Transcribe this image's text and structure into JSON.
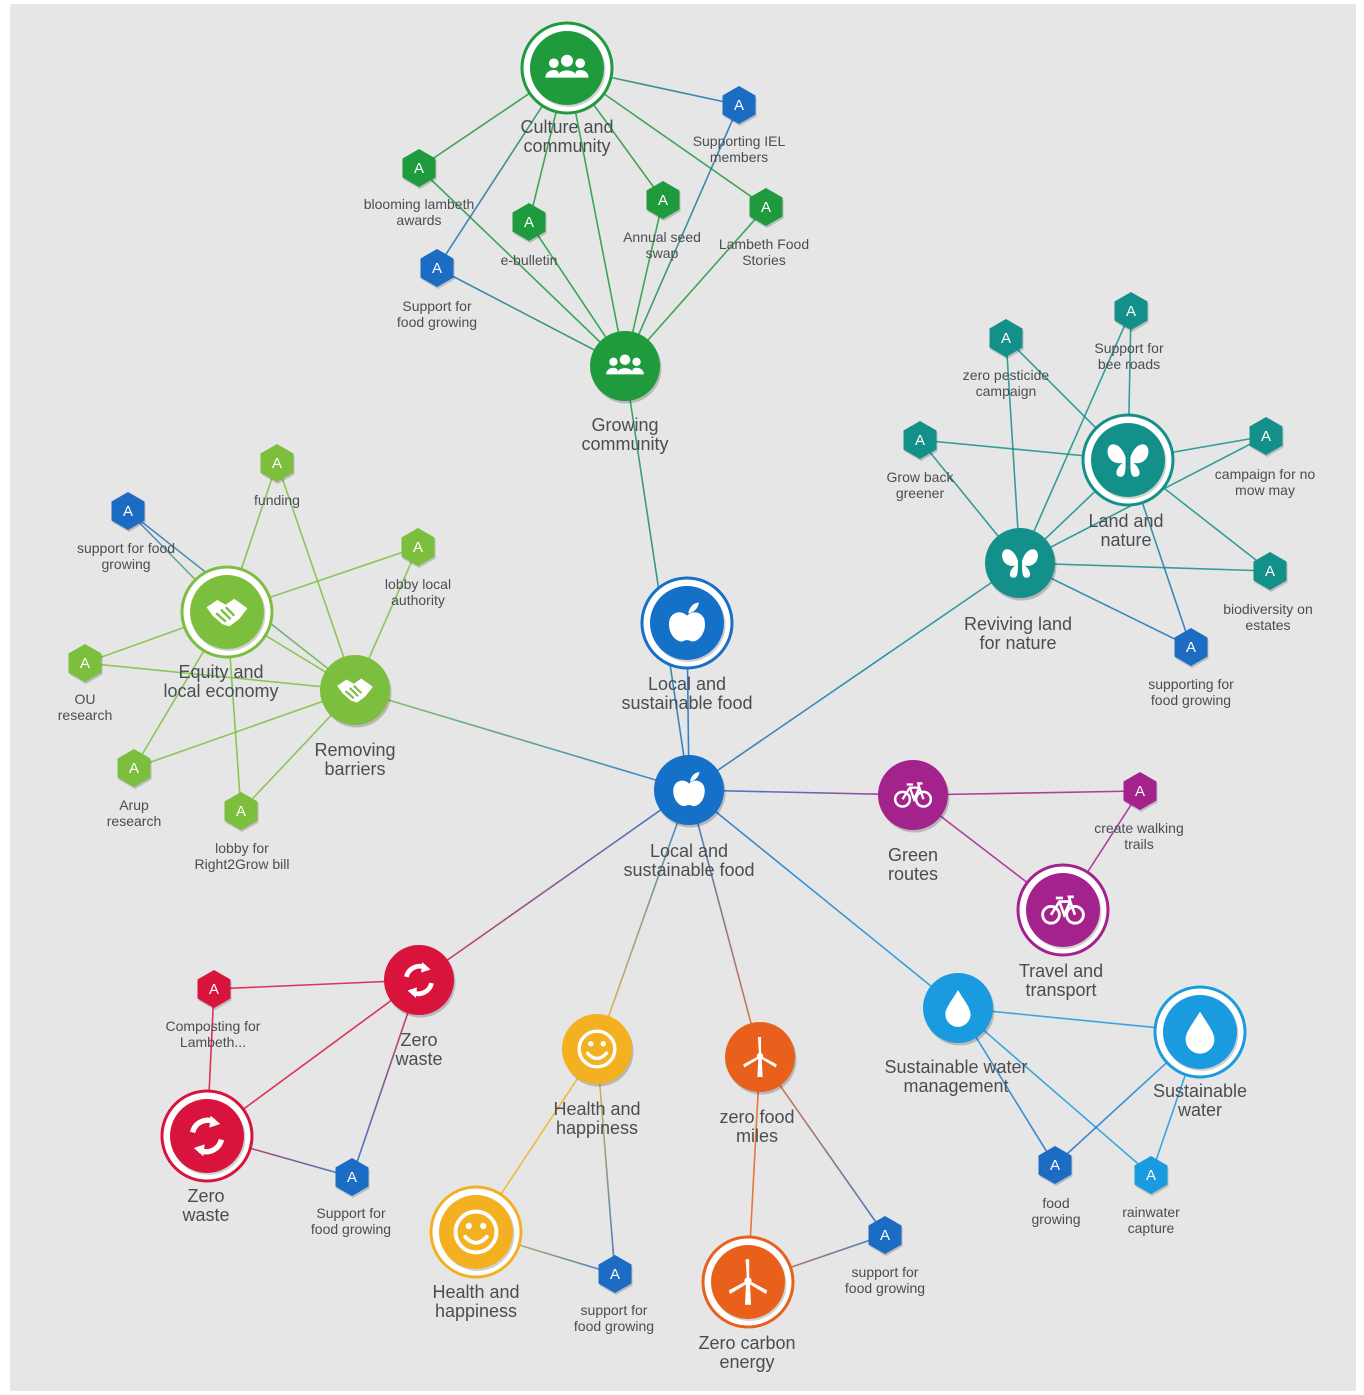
{
  "colors": {
    "background": "#e6e6e6",
    "blue": "#1570c8",
    "green_dark": "#1f9a3c",
    "green_light": "#7cbf3e",
    "teal": "#14908a",
    "magenta": "#a4228c",
    "red": "#d8143c",
    "yellow": "#f3b121",
    "orange": "#e8601c",
    "sky": "#1a9be0",
    "blue_hex": "#1c6cc4"
  },
  "themes": [
    {
      "id": "local_hub",
      "label": [
        "Local and",
        "sustainable food"
      ],
      "icon": "apple-icon",
      "color": "blue",
      "ring": false
    },
    {
      "id": "local_top",
      "label": [
        "Local and",
        "sustainable food"
      ],
      "icon": "apple-icon",
      "color": "blue",
      "ring": true
    },
    {
      "id": "growing",
      "label": [
        "Growing",
        "community"
      ],
      "icon": "people-icon",
      "color": "green_dark",
      "ring": false
    },
    {
      "id": "culture",
      "label": [
        "Culture and",
        "community"
      ],
      "icon": "people-icon",
      "color": "green_dark",
      "ring": true
    },
    {
      "id": "removing",
      "label": [
        "Removing",
        "barriers"
      ],
      "icon": "handshake-icon",
      "color": "green_light",
      "ring": false
    },
    {
      "id": "equity",
      "label": [
        "Equity and",
        "local economy"
      ],
      "icon": "handshake-icon",
      "color": "green_light",
      "ring": true
    },
    {
      "id": "reviving",
      "label": [
        "Reviving land",
        "for nature"
      ],
      "icon": "butterfly-icon",
      "color": "teal",
      "ring": false
    },
    {
      "id": "land",
      "label": [
        "Land and",
        "nature"
      ],
      "icon": "butterfly-icon",
      "color": "teal",
      "ring": true
    },
    {
      "id": "green_routes",
      "label": [
        "Green",
        "routes"
      ],
      "icon": "bicycle-icon",
      "color": "magenta",
      "ring": false
    },
    {
      "id": "travel",
      "label": [
        "Travel and",
        "transport"
      ],
      "icon": "bicycle-icon",
      "color": "magenta",
      "ring": true
    },
    {
      "id": "zero_waste_a",
      "label": [
        "Zero",
        "waste"
      ],
      "icon": "recycle-icon",
      "color": "red",
      "ring": false
    },
    {
      "id": "zero_waste_b",
      "label": [
        "Zero",
        "waste"
      ],
      "icon": "recycle-icon",
      "color": "red",
      "ring": true
    },
    {
      "id": "health_a",
      "label": [
        "Health and",
        "happiness"
      ],
      "icon": "smiley-icon",
      "color": "yellow",
      "ring": false
    },
    {
      "id": "health_b",
      "label": [
        "Health and",
        "happiness"
      ],
      "icon": "smiley-icon",
      "color": "yellow",
      "ring": true
    },
    {
      "id": "zero_food",
      "label": [
        "zero food",
        "miles"
      ],
      "icon": "wind-turbine-icon",
      "color": "orange",
      "ring": false
    },
    {
      "id": "zero_carbon",
      "label": [
        "Zero carbon",
        "energy"
      ],
      "icon": "wind-turbine-icon",
      "color": "orange",
      "ring": true
    },
    {
      "id": "swm",
      "label": [
        "Sustainable water",
        "management"
      ],
      "icon": "water-drop-icon",
      "color": "sky",
      "ring": false
    },
    {
      "id": "sw",
      "label": [
        "Sustainable",
        "water"
      ],
      "icon": "water-drop-icon",
      "color": "sky",
      "ring": true
    }
  ],
  "actions": [
    {
      "id": "a_iel",
      "letter": "A",
      "label": [
        "Supporting IEL",
        "members"
      ],
      "color": "blue_hex"
    },
    {
      "id": "a_bloom",
      "letter": "A",
      "label": [
        "blooming lambeth",
        "awards"
      ],
      "color": "green_dark"
    },
    {
      "id": "a_ebull",
      "letter": "A",
      "label": [
        "e-bulletin"
      ],
      "color": "green_dark"
    },
    {
      "id": "a_seed",
      "letter": "A",
      "label": [
        "Annual seed",
        "swap"
      ],
      "color": "green_dark"
    },
    {
      "id": "a_stories",
      "letter": "A",
      "label": [
        "Lambeth Food",
        "Stories"
      ],
      "color": "green_dark"
    },
    {
      "id": "a_sfg_top",
      "letter": "A",
      "label": [
        "Support for",
        "food growing"
      ],
      "color": "blue_hex"
    },
    {
      "id": "a_funding",
      "letter": "A",
      "label": [
        "funding"
      ],
      "color": "green_light"
    },
    {
      "id": "a_sfg_left",
      "letter": "A",
      "label": [
        "support for food",
        "growing"
      ],
      "color": "blue_hex"
    },
    {
      "id": "a_lobby_la",
      "letter": "A",
      "label": [
        "lobby local",
        "authority"
      ],
      "color": "green_light"
    },
    {
      "id": "a_ou",
      "letter": "A",
      "label": [
        "OU",
        "research"
      ],
      "color": "green_light"
    },
    {
      "id": "a_arup",
      "letter": "A",
      "label": [
        "Arup",
        "research"
      ],
      "color": "green_light"
    },
    {
      "id": "a_r2g",
      "letter": "A",
      "label": [
        "lobby for",
        "Right2Grow bill"
      ],
      "color": "green_light"
    },
    {
      "id": "a_pest",
      "letter": "A",
      "label": [
        "zero pesticide",
        "campaign"
      ],
      "color": "teal"
    },
    {
      "id": "a_bee",
      "letter": "A",
      "label": [
        "Support for",
        "bee roads"
      ],
      "color": "teal"
    },
    {
      "id": "a_growback",
      "letter": "A",
      "label": [
        "Grow back",
        "greener"
      ],
      "color": "teal"
    },
    {
      "id": "a_mow",
      "letter": "A",
      "label": [
        "campaign for no",
        "mow may"
      ],
      "color": "teal"
    },
    {
      "id": "a_bio",
      "letter": "A",
      "label": [
        "biodiversity on",
        "estates"
      ],
      "color": "teal"
    },
    {
      "id": "a_sfg_nat",
      "letter": "A",
      "label": [
        "supporting for",
        "food growing"
      ],
      "color": "blue_hex"
    },
    {
      "id": "a_walk",
      "letter": "A",
      "label": [
        "create walking",
        "trails"
      ],
      "color": "magenta"
    },
    {
      "id": "a_compost",
      "letter": "A",
      "label": [
        "Composting for",
        "Lambeth..."
      ],
      "color": "red"
    },
    {
      "id": "a_sfg_waste",
      "letter": "A",
      "label": [
        "Support for",
        "food growing"
      ],
      "color": "blue_hex"
    },
    {
      "id": "a_sfg_health",
      "letter": "A",
      "label": [
        "support for",
        "food growing"
      ],
      "color": "blue_hex"
    },
    {
      "id": "a_sfg_energy",
      "letter": "A",
      "label": [
        "support for",
        "food growing"
      ],
      "color": "blue_hex"
    },
    {
      "id": "a_foodgrow",
      "letter": "A",
      "label": [
        "food",
        "growing"
      ],
      "color": "blue_hex"
    },
    {
      "id": "a_rain",
      "letter": "A",
      "label": [
        "rainwater",
        "capture"
      ],
      "color": "sky"
    }
  ],
  "edges": [
    [
      "local_hub",
      "local_top"
    ],
    [
      "local_hub",
      "growing"
    ],
    [
      "local_hub",
      "removing"
    ],
    [
      "local_hub",
      "reviving"
    ],
    [
      "local_hub",
      "green_routes"
    ],
    [
      "local_hub",
      "zero_waste_a"
    ],
    [
      "local_hub",
      "health_a"
    ],
    [
      "local_hub",
      "zero_food"
    ],
    [
      "local_hub",
      "swm"
    ],
    [
      "growing",
      "culture"
    ],
    [
      "growing",
      "a_ebull"
    ],
    [
      "growing",
      "a_seed"
    ],
    [
      "growing",
      "a_stories"
    ],
    [
      "growing",
      "a_bloom"
    ],
    [
      "growing",
      "a_iel"
    ],
    [
      "growing",
      "a_sfg_top"
    ],
    [
      "culture",
      "a_iel"
    ],
    [
      "culture",
      "a_bloom"
    ],
    [
      "culture",
      "a_ebull"
    ],
    [
      "culture",
      "a_seed"
    ],
    [
      "culture",
      "a_stories"
    ],
    [
      "culture",
      "a_sfg_top"
    ],
    [
      "removing",
      "equity"
    ],
    [
      "removing",
      "a_funding"
    ],
    [
      "removing",
      "a_sfg_left"
    ],
    [
      "removing",
      "a_lobby_la"
    ],
    [
      "removing",
      "a_ou"
    ],
    [
      "removing",
      "a_arup"
    ],
    [
      "removing",
      "a_r2g"
    ],
    [
      "equity",
      "a_funding"
    ],
    [
      "equity",
      "a_sfg_left"
    ],
    [
      "equity",
      "a_lobby_la"
    ],
    [
      "equity",
      "a_ou"
    ],
    [
      "equity",
      "a_arup"
    ],
    [
      "equity",
      "a_r2g"
    ],
    [
      "reviving",
      "land"
    ],
    [
      "reviving",
      "a_pest"
    ],
    [
      "reviving",
      "a_bee"
    ],
    [
      "reviving",
      "a_growback"
    ],
    [
      "reviving",
      "a_mow"
    ],
    [
      "reviving",
      "a_bio"
    ],
    [
      "reviving",
      "a_sfg_nat"
    ],
    [
      "land",
      "a_pest"
    ],
    [
      "land",
      "a_bee"
    ],
    [
      "land",
      "a_growback"
    ],
    [
      "land",
      "a_mow"
    ],
    [
      "land",
      "a_bio"
    ],
    [
      "land",
      "a_sfg_nat"
    ],
    [
      "green_routes",
      "travel"
    ],
    [
      "green_routes",
      "a_walk"
    ],
    [
      "travel",
      "a_walk"
    ],
    [
      "zero_waste_a",
      "zero_waste_b"
    ],
    [
      "zero_waste_a",
      "a_compost"
    ],
    [
      "zero_waste_a",
      "a_sfg_waste"
    ],
    [
      "zero_waste_b",
      "a_compost"
    ],
    [
      "zero_waste_b",
      "a_sfg_waste"
    ],
    [
      "health_a",
      "health_b"
    ],
    [
      "health_a",
      "a_sfg_health"
    ],
    [
      "health_b",
      "a_sfg_health"
    ],
    [
      "zero_food",
      "zero_carbon"
    ],
    [
      "zero_food",
      "a_sfg_energy"
    ],
    [
      "zero_carbon",
      "a_sfg_energy"
    ],
    [
      "swm",
      "sw"
    ],
    [
      "swm",
      "a_foodgrow"
    ],
    [
      "swm",
      "a_rain"
    ],
    [
      "sw",
      "a_foodgrow"
    ],
    [
      "sw",
      "a_rain"
    ]
  ]
}
